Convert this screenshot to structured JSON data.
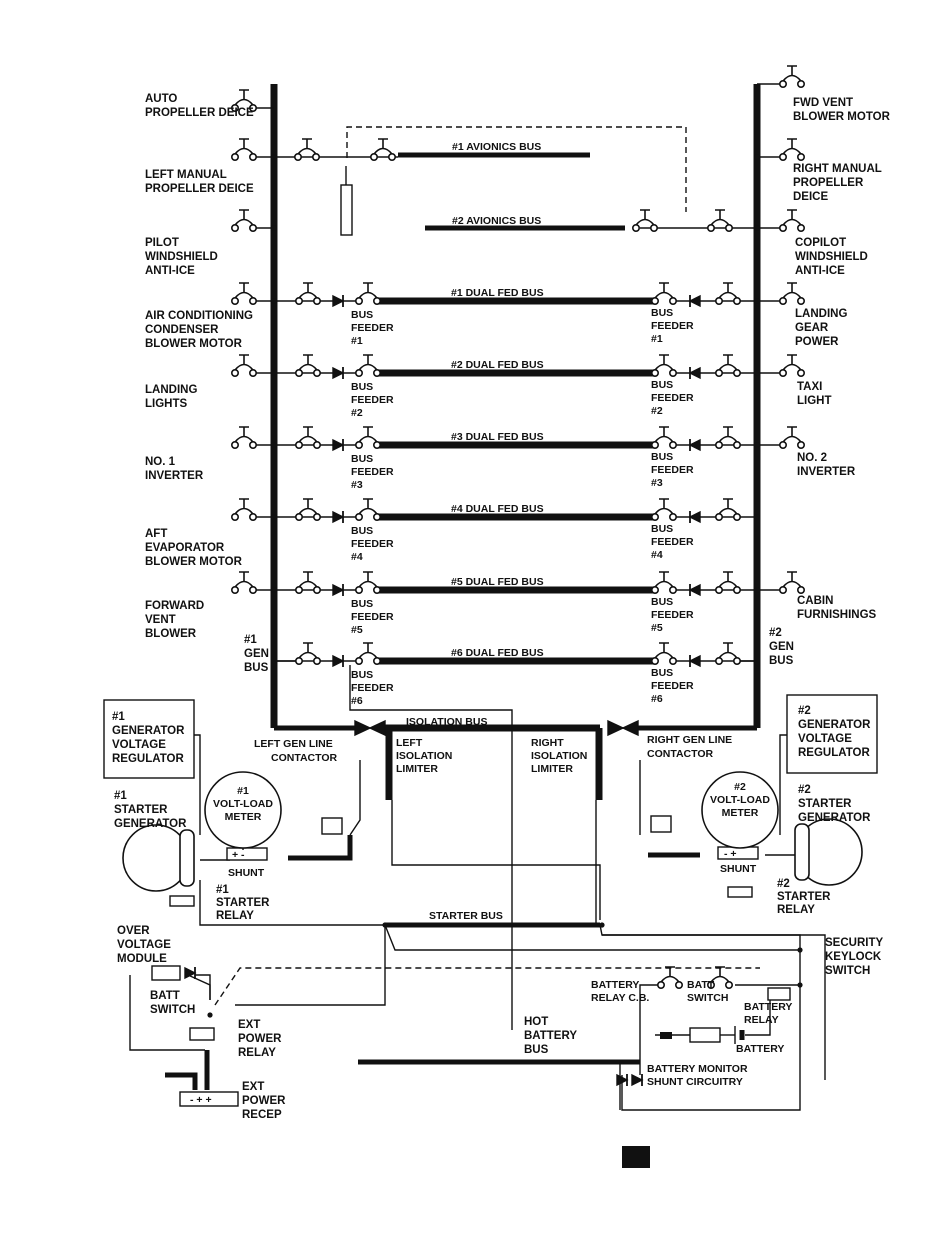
{
  "left_loads": [
    [
      "AUTO",
      "PROPELLER DEICE"
    ],
    [
      "LEFT MANUAL",
      "PROPELLER DEICE"
    ],
    [
      "PILOT",
      "WINDSHIELD",
      "ANTI-ICE"
    ],
    [
      "AIR CONDITIONING",
      "CONDENSER",
      "BLOWER MOTOR"
    ],
    [
      "LANDING",
      "LIGHTS"
    ],
    [
      "NO. 1",
      "INVERTER"
    ],
    [
      "AFT",
      "EVAPORATOR",
      "BLOWER MOTOR"
    ],
    [
      "FORWARD",
      "VENT",
      "BLOWER"
    ]
  ],
  "right_loads": [
    [
      "FWD VENT",
      "BLOWER MOTOR"
    ],
    [
      "RIGHT MANUAL",
      "PROPELLER",
      "DEICE"
    ],
    [
      "COPILOT",
      "WINDSHIELD",
      "ANTI-ICE"
    ],
    [
      "LANDING",
      "GEAR",
      "POWER"
    ],
    [
      "TAXI",
      "LIGHT"
    ],
    [
      "NO. 2",
      "INVERTER"
    ],
    [
      "CABIN",
      "FURNISHINGS"
    ]
  ],
  "avionics_buses": [
    "#1 AVIONICS BUS",
    "#2 AVIONICS BUS"
  ],
  "dual_fed_buses": [
    "#1 DUAL FED BUS",
    "#2 DUAL FED BUS",
    "#3 DUAL FED BUS",
    "#4 DUAL FED BUS",
    "#5 DUAL FED BUS",
    "#6 DUAL FED BUS"
  ],
  "bus_feeder": {
    "line1": "BUS",
    "line2": "FEEDER",
    "numbers": [
      "#1",
      "#2",
      "#3",
      "#4",
      "#5",
      "#6"
    ]
  },
  "gen_bus_left": [
    "#1",
    "GEN",
    "BUS"
  ],
  "gen_bus_right": [
    "#2",
    "GEN",
    "BUS"
  ],
  "isolation_bus": "ISOLATION BUS",
  "left_gen_line_contactor": [
    "LEFT GEN LINE",
    "CONTACTOR"
  ],
  "right_gen_line_contactor": [
    "RIGHT GEN LINE",
    "CONTACTOR"
  ],
  "left_isolation_limiter": [
    "LEFT",
    "ISOLATION",
    "LIMITER"
  ],
  "right_isolation_limiter": [
    "RIGHT",
    "ISOLATION",
    "LIMITER"
  ],
  "gen1_voltage_regulator": [
    "#1",
    "GENERATOR",
    "VOLTAGE",
    "REGULATOR"
  ],
  "gen2_voltage_regulator": [
    "#2",
    "GENERATOR",
    "VOLTAGE",
    "REGULATOR"
  ],
  "volt_load_meter_1": [
    "#1",
    "VOLT-LOAD",
    "METER"
  ],
  "volt_load_meter_2": [
    "#2",
    "VOLT-LOAD",
    "METER"
  ],
  "starter_generator_1": [
    "#1",
    "STARTER",
    "GENERATOR"
  ],
  "starter_generator_2": [
    "#2",
    "STARTER",
    "GENERATOR"
  ],
  "shunt": "SHUNT",
  "shunt_polarity_left": "+ -",
  "shunt_polarity_right": "- +",
  "starter_relay_1": [
    "#1",
    "STARTER",
    "RELAY"
  ],
  "starter_relay_2": [
    "#2",
    "STARTER",
    "RELAY"
  ],
  "starter_bus": "STARTER BUS",
  "over_voltage_module": [
    "OVER",
    "VOLTAGE",
    "MODULE"
  ],
  "batt_switch_left": [
    "BATT",
    "SWITCH"
  ],
  "ext_power_relay": [
    "EXT",
    "POWER",
    "RELAY"
  ],
  "ext_power_recep": [
    "EXT",
    "POWER",
    "RECEP"
  ],
  "ext_recep_polarity": "- + +",
  "hot_battery_bus": [
    "HOT",
    "BATTERY",
    "BUS"
  ],
  "battery_relay_cb": [
    "BATTERY",
    "RELAY C.B."
  ],
  "batt_switch_right": [
    "BATT",
    "SWITCH"
  ],
  "battery_relay": [
    "BATTERY",
    "RELAY"
  ],
  "battery": "BATTERY",
  "battery_monitor": [
    "BATTERY MONITOR",
    "SHUNT CIRCUITRY"
  ],
  "security_keylock": [
    "SECURITY",
    "KEYLOCK",
    "SWITCH"
  ]
}
